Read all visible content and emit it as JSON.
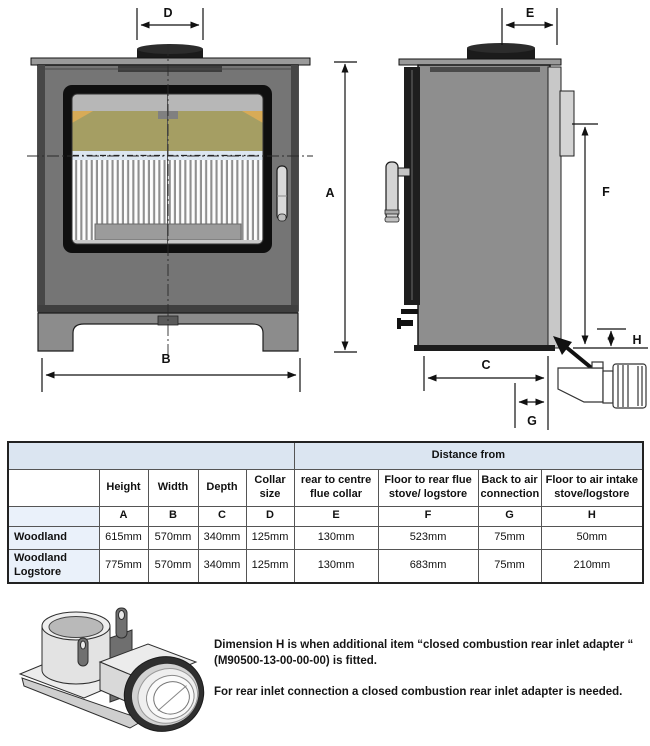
{
  "dims": {
    "A": "A",
    "B": "B",
    "C": "C",
    "D": "D",
    "E": "E",
    "F": "F",
    "G": "G",
    "H": "H"
  },
  "table": {
    "distance_from_label": "Distance from",
    "headers": [
      "Height",
      "Width",
      "Depth",
      "Collar size",
      "rear to centre flue collar",
      "Floor to rear flue stove/ logstore",
      "Back to air connection",
      "Floor to air intake stove/logstore"
    ],
    "letters": [
      "A",
      "B",
      "C",
      "D",
      "E",
      "F",
      "G",
      "H"
    ],
    "rows": [
      {
        "label": "Woodland",
        "values": [
          "615mm",
          "570mm",
          "340mm",
          "125mm",
          "130mm",
          "523mm",
          "75mm",
          "50mm"
        ]
      },
      {
        "label": "Woodland Logstore",
        "values": [
          "775mm",
          "570mm",
          "340mm",
          "125mm",
          "130mm",
          "683mm",
          "75mm",
          "210mm"
        ]
      }
    ]
  },
  "notes": {
    "para1": "Dimension H is when additional item  “closed combustion rear inlet adapter “ (M90500-13-00-00-00) is fitted.",
    "para2": "For rear inlet connection a  closed combustion rear inlet adapter is needed."
  },
  "colors": {
    "table_header_blue": "#dbe5f1",
    "table_label_blue": "#eaf1fa",
    "stove_body_gray": "#757575",
    "firebox_olive": "#a59e63",
    "line_black": "#111111"
  }
}
